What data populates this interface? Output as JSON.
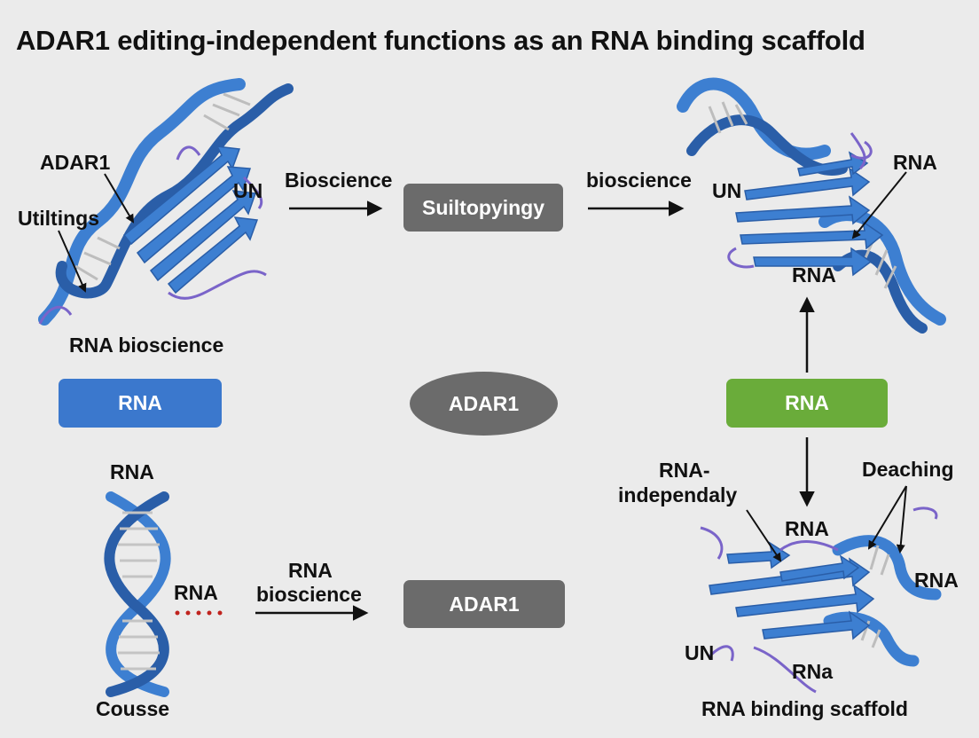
{
  "title": "ADAR1 editing-independent functions as an RNA binding scaffold",
  "colors": {
    "background": "#ebebeb",
    "protein_blue": "#3d7fd1",
    "protein_dark": "#2a5ea8",
    "loop_purple": "#7a64c9",
    "box_blue": "#3b78cd",
    "box_green": "#6aac3a",
    "box_gray": "#6b6b6b",
    "dots_red": "#c0231e"
  },
  "top_left": {
    "label_adar1": "ADAR1",
    "label_utiltings": "Utiltings",
    "label_un": "UN",
    "caption": "RNA bioscience"
  },
  "top_center": {
    "arrow1_label": "Bioscience",
    "box": "Suiltopyingy",
    "arrow2_label": "bioscience"
  },
  "top_right": {
    "label_un": "UN",
    "label_rna_top": "RNA",
    "label_rna_bottom": "RNA"
  },
  "middle": {
    "left_box": "RNA",
    "center_ellipse": "ADAR1",
    "right_box": "RNA"
  },
  "bottom_left": {
    "label_rna_top": "RNA",
    "label_rna_side": "RNA",
    "caption": "Cousse",
    "arrow_label_line1": "RNA",
    "arrow_label_line2": "bioscience",
    "box": "ADAR1"
  },
  "bottom_right": {
    "label_rna_indep_line1": "RNA-",
    "label_rna_indep_line2": "independaly",
    "label_deaching": "Deaching",
    "label_rna_center": "RNA",
    "label_rna_right": "RNA",
    "label_un": "UN",
    "label_rna_lower": "RNa",
    "caption": "RNA binding scaffold"
  },
  "icons": [
    "protein-structure-icon",
    "dna-helix-icon",
    "arrow-icon"
  ]
}
